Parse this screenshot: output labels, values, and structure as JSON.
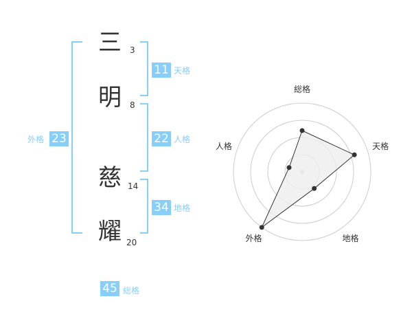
{
  "name": {
    "characters": [
      {
        "char": "三",
        "strokes": "3"
      },
      {
        "char": "明",
        "strokes": "8"
      },
      {
        "char": "慈",
        "strokes": "14"
      },
      {
        "char": "耀",
        "strokes": "20"
      }
    ]
  },
  "fortunes": {
    "tenkaku": {
      "value": "11",
      "label": "天格"
    },
    "jinkaku": {
      "value": "22",
      "label": "人格"
    },
    "chikaku": {
      "value": "34",
      "label": "地格"
    },
    "gaikaku": {
      "value": "23",
      "label": "外格"
    },
    "soukaku": {
      "value": "45",
      "label": "総格"
    }
  },
  "chart_data": {
    "type": "radar",
    "axes": [
      "総格",
      "天格",
      "地格",
      "外格",
      "人格"
    ],
    "values": [
      3,
      4,
      1.5,
      5,
      1
    ],
    "max": 5,
    "rings": 4
  },
  "colors": {
    "accent": "#87CEFA",
    "text": "#333333",
    "grid": "#cccccc",
    "fill": "#eeeeee"
  }
}
